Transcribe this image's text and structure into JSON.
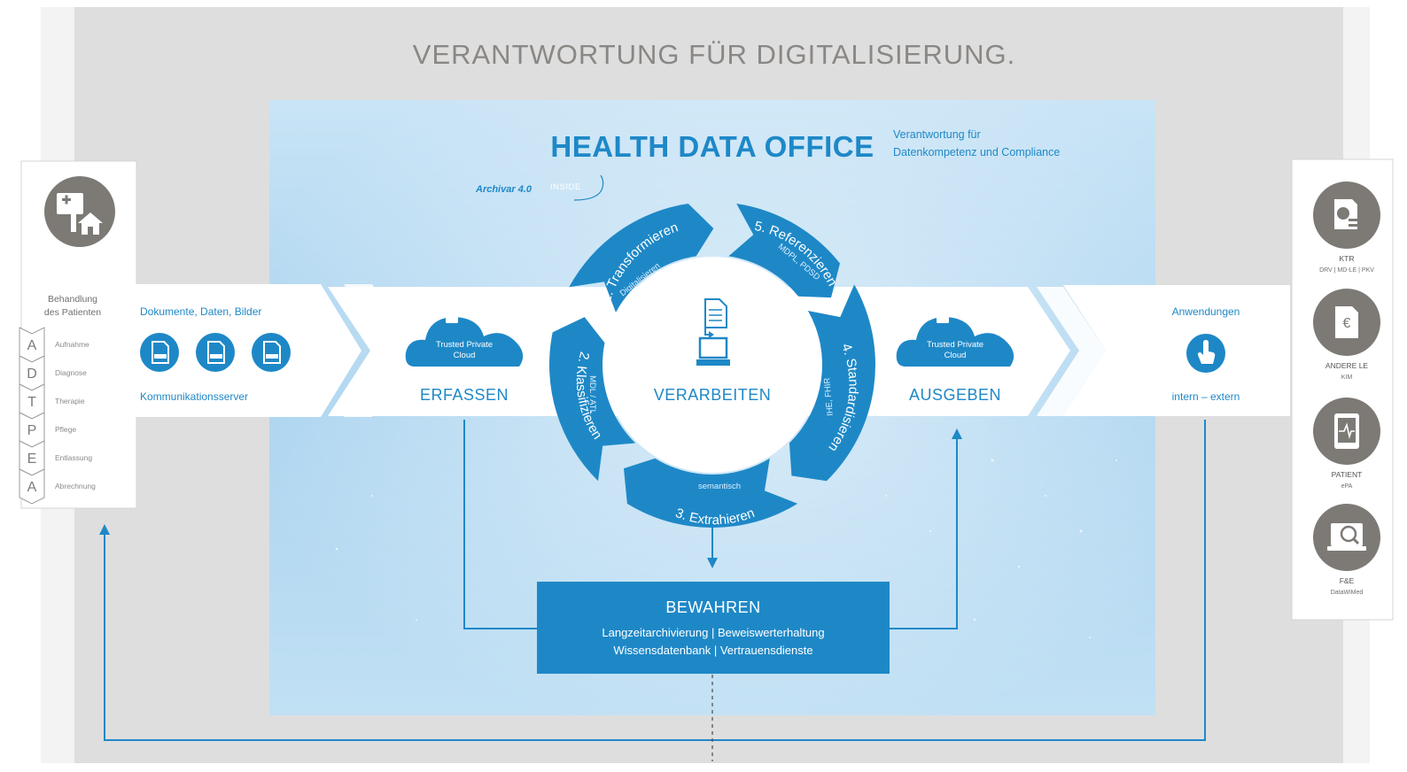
{
  "title": "VERANTWORTUNG FÜR DIGITALISIERUNG.",
  "hdo": {
    "title": "HEALTH DATA OFFICE",
    "subtitle_line1": "Verantwortung für",
    "subtitle_line2": "Datenkompetenz und Compliance",
    "badge_brand": "Archivar 4.0",
    "badge_suffix": "INSIDE"
  },
  "patient": {
    "label_line1": "Behandlung",
    "label_line2": "des Patienten",
    "steps": [
      {
        "letter": "A",
        "label": "Aufnahme"
      },
      {
        "letter": "D",
        "label": "Diagnose"
      },
      {
        "letter": "T",
        "label": "Therapie"
      },
      {
        "letter": "P",
        "label": "Pflege"
      },
      {
        "letter": "E",
        "label": "Entlassung"
      },
      {
        "letter": "A",
        "label": "Abrechnung"
      }
    ]
  },
  "input": {
    "title": "Dokumente, Daten, Bilder",
    "footer": "Kommunikationsserver"
  },
  "cloud": {
    "line1": "Trusted Private",
    "line2": "Cloud"
  },
  "stages": {
    "erfassen": "ERFASSEN",
    "verarbeiten": "VERARBEITEN",
    "ausgeben": "AUSGEBEN"
  },
  "cycle": [
    {
      "title": "1. Transformieren",
      "sub": "Digitalisieren"
    },
    {
      "title": "2. Klassifizieren",
      "sub": "MDL / ATL"
    },
    {
      "title": "3. Extrahieren",
      "sub": "semantisch"
    },
    {
      "title": "4. Standardisieren",
      "sub": "IHE, FHIR"
    },
    {
      "title": "5. Referenzieren",
      "sub": "MDPL, PDSD"
    }
  ],
  "output": {
    "title": "Anwendungen",
    "footer": "intern – extern"
  },
  "bewahren": {
    "title": "BEWAHREN",
    "line1": "Langzeitarchivierung | Beweiswerterhaltung",
    "line2": "Wissensdatenbank | Vertrauensdienste"
  },
  "right_panel": [
    {
      "icon": "billing-document-icon",
      "label": "KTR",
      "sub": "DRV | MD-LE | PKV"
    },
    {
      "icon": "euro-document-icon",
      "label": "ANDERE LE",
      "sub": "KIM"
    },
    {
      "icon": "tablet-ecg-icon",
      "label": "PATIENT",
      "sub": "ePA"
    },
    {
      "icon": "research-monitor-icon",
      "label": "F&E",
      "sub": "DataWiMed"
    }
  ],
  "colors": {
    "background_gray": "#dedede",
    "blue": "#1e88c7",
    "blue_dark": "#1271a8",
    "light_blue": "#cfe6f5",
    "gray_icon": "#7d7a76"
  }
}
